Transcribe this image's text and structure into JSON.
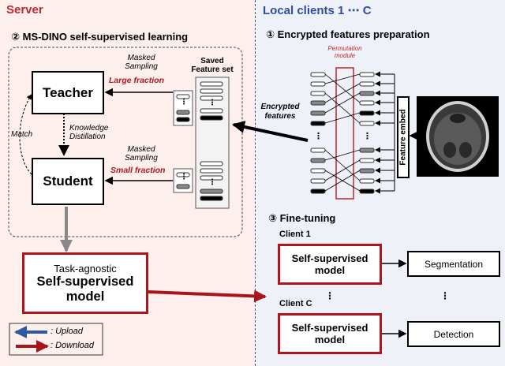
{
  "server": {
    "title": "Server",
    "section2_title": "② MS-DINO self-supervised learning",
    "teacher": "Teacher",
    "student": "Student",
    "match": "Match",
    "knowledge_distillation": "Knowledge\nDistillation",
    "masked_sampling_top": "Masked\nSampling",
    "large_fraction": "Large fraction",
    "masked_sampling_bottom": "Masked\nSampling",
    "small_fraction": "Small fraction",
    "saved_feature_set": "Saved\nFeature set",
    "task_agnostic": "Task-agnostic",
    "ss_model": "Self-supervised\nmodel"
  },
  "legend": {
    "upload": ": Upload",
    "download": ": Download"
  },
  "clients": {
    "title": "Local clients 1 ⋯ C",
    "section1_title": "① Encrypted features preparation",
    "permutation_module": "Permutation\nmodule",
    "encrypted_features": "Encrypted\nfeatures",
    "feature_embed": "Feature embed",
    "section3_title": "③ Fine-tuning",
    "client1": "Client 1",
    "clientC": "Client C",
    "ss_model_1": "Self-supervised\nmodel",
    "ss_model_c": "Self-supervised\nmodel",
    "segmentation": "Segmentation",
    "detection": "Detection"
  },
  "colors": {
    "server_red": "#c0272d",
    "client_blue": "#2e4d9e",
    "model_red": "#b0141c",
    "upload_blue": "#2c5aa0",
    "download_red": "#a8141c"
  }
}
